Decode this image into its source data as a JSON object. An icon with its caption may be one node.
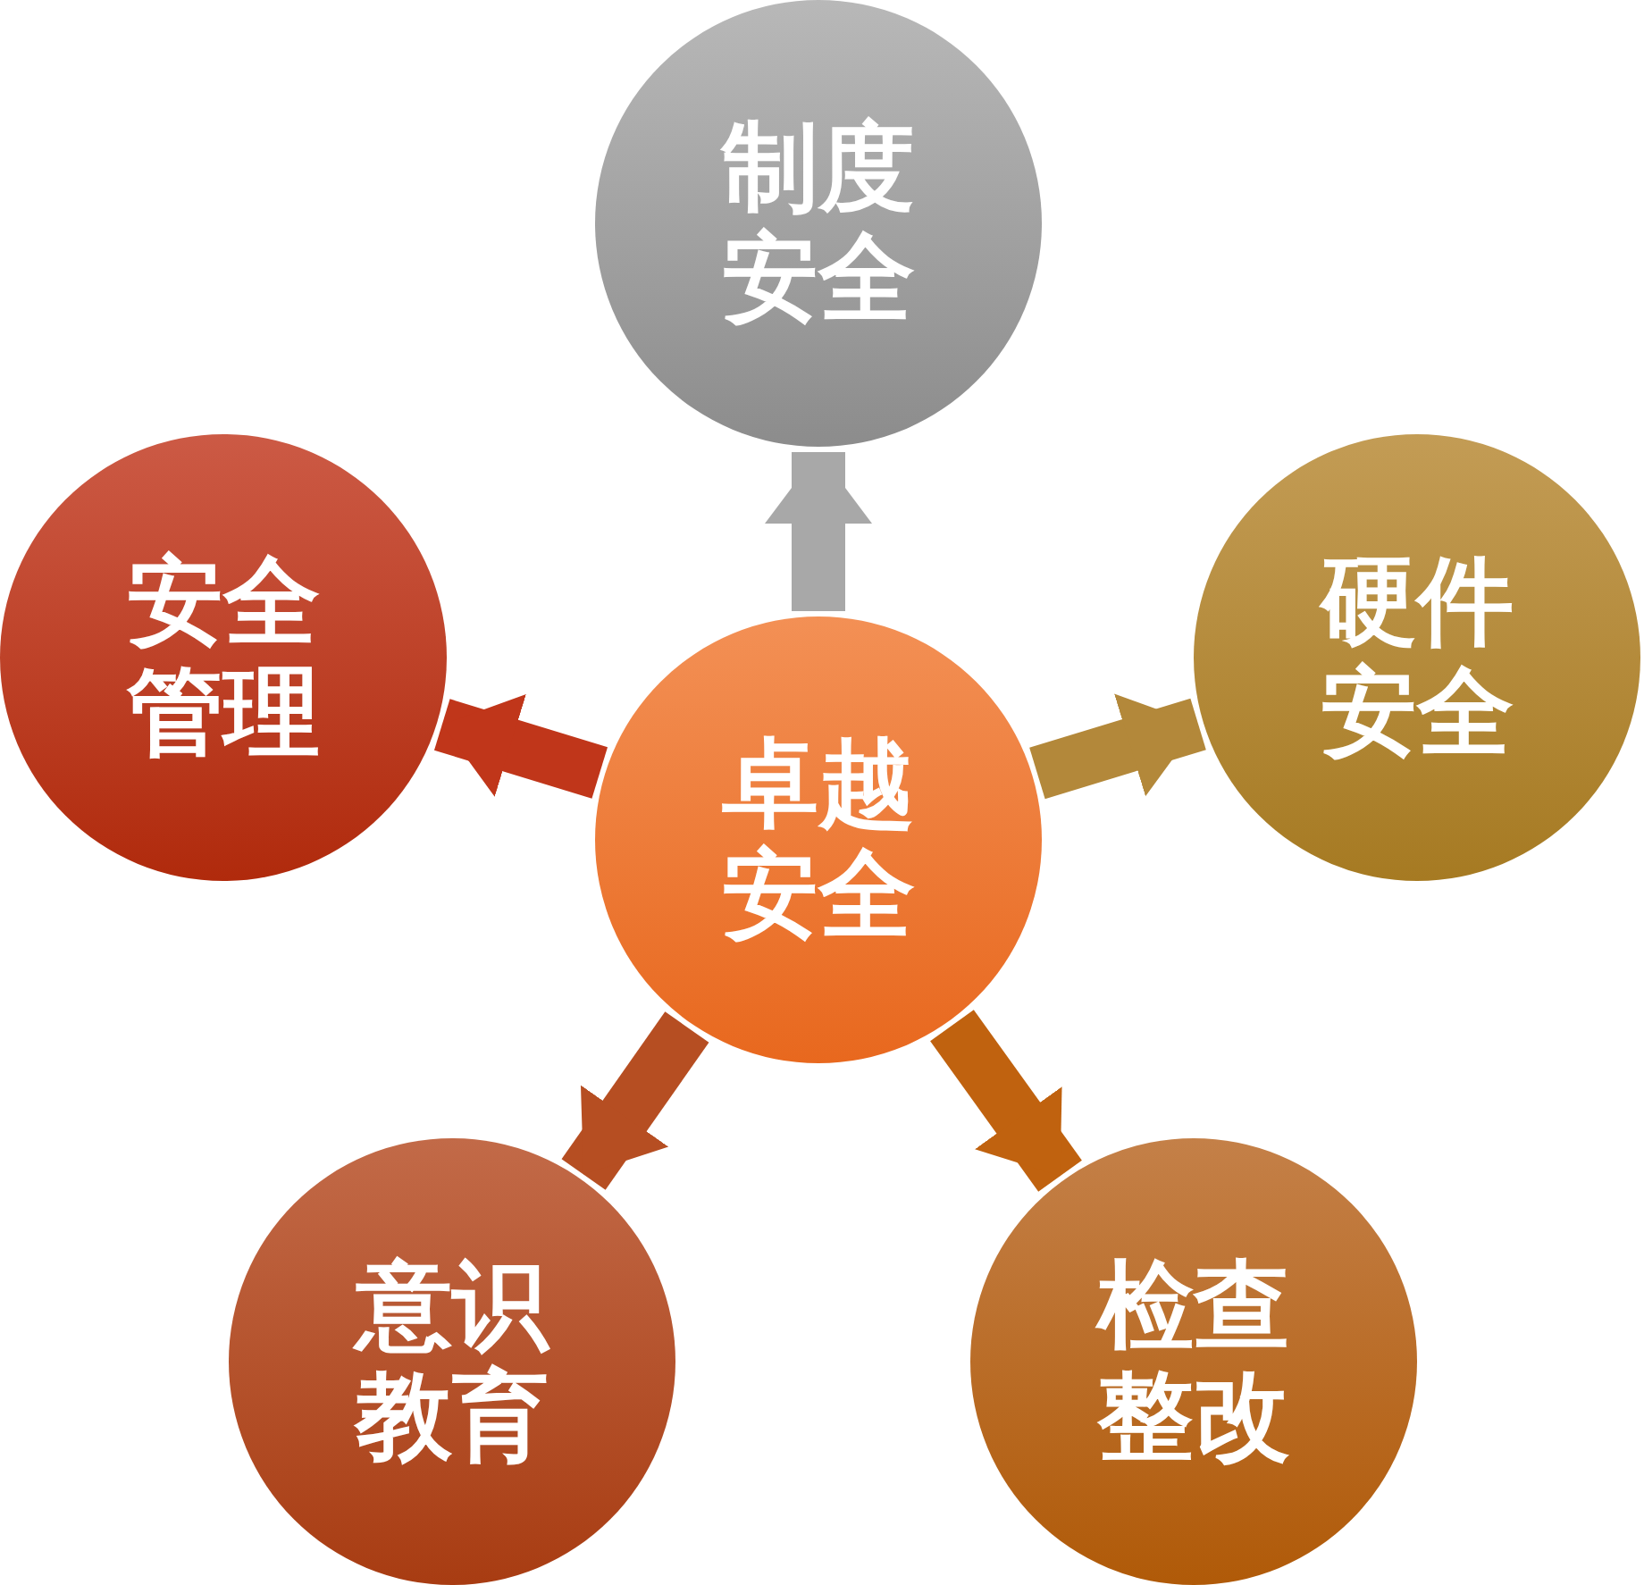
{
  "diagram": {
    "nodes": [
      {
        "text": [
          "卓越安全"
        ]
      },
      {
        "text": [
          "制度安全"
        ]
      },
      {
        "text": [
          "硬件安全"
        ]
      },
      {
        "text": [
          "安全管理"
        ]
      },
      {
        "text": [
          "意识教育"
        ]
      },
      {
        "text": [
          "检查整改"
        ]
      }
    ],
    "edges": [
      {
        "from": 0,
        "to": 1,
        "arrow": "to",
        "color": "#a8a8a8"
      },
      {
        "from": 0,
        "to": 2,
        "arrow": "to",
        "color": "#b3883a"
      },
      {
        "from": 0,
        "to": 3,
        "arrow": "to",
        "color": "#c0361a"
      },
      {
        "from": 0,
        "to": 4,
        "arrow": "to",
        "color": "#b64e22"
      },
      {
        "from": 0,
        "to": 5,
        "arrow": "to",
        "color": "#c0620f"
      }
    ]
  }
}
